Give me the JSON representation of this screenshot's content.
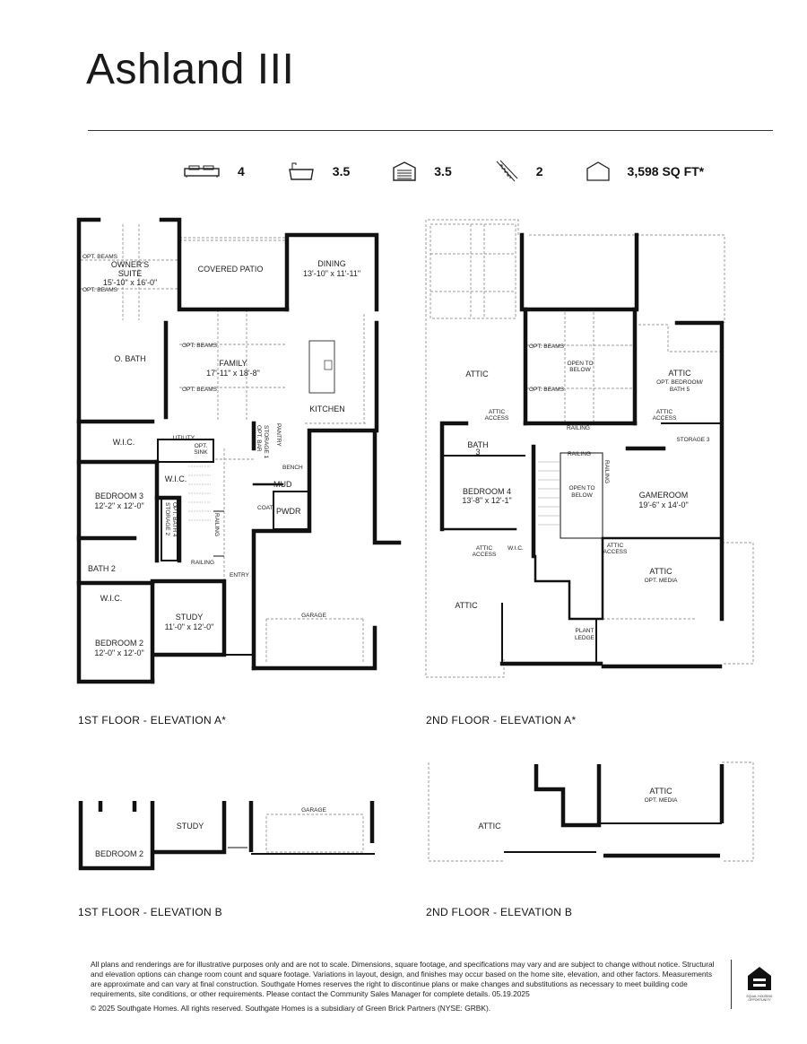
{
  "title": "Ashland III",
  "stats": [
    {
      "icon": "bed-icon",
      "value": "4"
    },
    {
      "icon": "bathtub-icon",
      "value": "3.5"
    },
    {
      "icon": "garage-icon",
      "value": "3.5"
    },
    {
      "icon": "stairs-icon",
      "value": "2"
    },
    {
      "icon": "house-icon",
      "value": "3,598 SQ FT*"
    }
  ],
  "first_floor_a": {
    "caption": "1ST FLOOR - ELEVATION A*",
    "labels": {
      "opt_beams": "OPT. BEAMS",
      "owners_suite": "OWNER'S",
      "owners_suite2": "SUITE",
      "owners_suite_dim": "15'-10\" x 16'-0\"",
      "covered_patio": "COVERED PATIO",
      "dining": "DINING",
      "dining_dim": "13'-10\" x 11'-11\"",
      "obath": "O. BATH",
      "family": "FAMILY",
      "family_dim": "17'-11\" x 18'-8\"",
      "kitchen": "KITCHEN",
      "wic": "W.I.C.",
      "utility": "UTILITY",
      "opt_sink": "OPT.",
      "opt_sink2": "SINK",
      "storage1": "STORAGE 1",
      "opt_bar": "OPT. BAR",
      "pantry": "PANTRY",
      "bench": "BENCH",
      "bedroom3": "BEDROOM 3",
      "bedroom3_dim": "12'-2\" x 12'-0\"",
      "storage2": "STORAGE 2",
      "opt_bath4": "OPT. BATH 4",
      "mud": "MUD",
      "coat": "COAT",
      "pwdr": "PWDR",
      "railing": "RAILING",
      "bath2": "BATH 2",
      "entry": "ENTRY",
      "study": "STUDY",
      "study_dim": "11'-0\" x 12'-0\"",
      "garage": "GARAGE",
      "bedroom2": "BEDROOM 2",
      "bedroom2_dim": "12'-0\" x 12'-0\""
    }
  },
  "second_floor_a": {
    "caption": "2ND FLOOR - ELEVATION A*",
    "labels": {
      "attic": "ATTIC",
      "opt_beams": "OPT. BEAMS",
      "open_to": "OPEN TO",
      "below": "BELOW",
      "attic_opt_bed": "OPT. BEDROOM/",
      "bath5": "BATH 5",
      "attic_access": "ATTIC",
      "access": "ACCESS",
      "bath3": "BATH",
      "bath3n": "3",
      "storage3": "STORAGE 3",
      "railing": "RAILING",
      "bedroom4": "BEDROOM 4",
      "bedroom4_dim": "13'-8\" x 12'-1\"",
      "gameroom": "GAMEROOM",
      "gameroom_dim": "19'-6\" x 14'-0\"",
      "wic": "W.I.C.",
      "opt_media": "OPT. MEDIA",
      "plant": "PLANT",
      "ledge": "LEDGE"
    }
  },
  "first_floor_b": {
    "caption": "1ST FLOOR - ELEVATION B",
    "labels": {
      "study": "STUDY",
      "garage": "GARAGE",
      "bedroom2": "BEDROOM 2"
    }
  },
  "second_floor_b": {
    "caption": "2ND FLOOR - ELEVATION B",
    "labels": {
      "attic": "ATTIC",
      "opt_media": "OPT. MEDIA"
    }
  },
  "footer": {
    "disclaimer": "All plans and renderings are for illustrative purposes only and are not to scale. Dimensions, square footage, and specifications may vary and are subject to change without notice. Structural and elevation options can change room count and square footage. Variations in layout, design, and finishes may occur based on the home site, elevation, and other factors. Measurements are approximate and can vary at final construction. Southgate Homes reserves the right to discontinue plans or make changes and substitutions as necessary to meet building code requirements, site conditions, or other requirements. Please contact the Community Sales Manager for complete details. 05.19.2025",
    "copyright": "© 2025 Southgate Homes. All rights reserved. Southgate Homes is a subsidiary of Green Brick Partners (NYSE: GRBK).",
    "logo_text": "EQUAL HOUSING OPPORTUNITY"
  }
}
